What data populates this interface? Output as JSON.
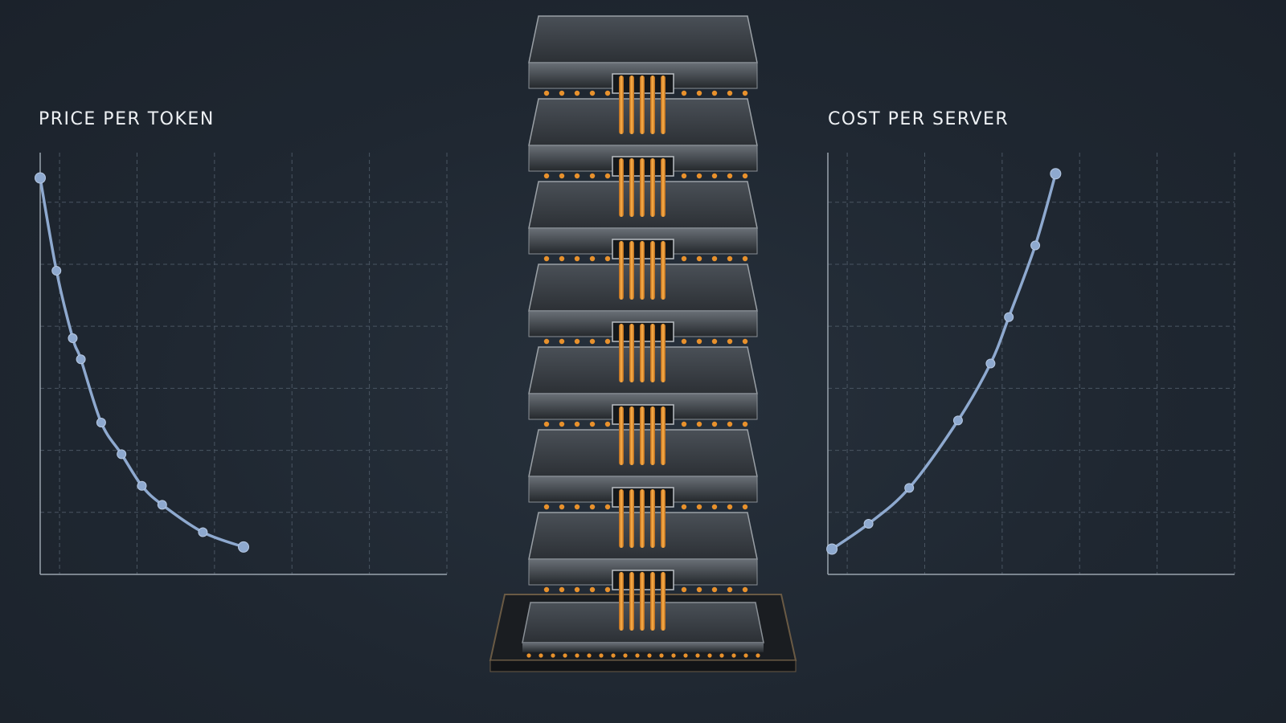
{
  "chart_data": [
    {
      "type": "line",
      "title": "PRICE PER TOKEN",
      "xlabel": "",
      "ylabel": "",
      "xlim": [
        0,
        10
      ],
      "ylim": [
        0,
        10
      ],
      "grid": true,
      "color": "#8ea9cf",
      "x": [
        0,
        0.4,
        0.8,
        1.0,
        1.5,
        2.0,
        2.5,
        3.0,
        4.0,
        5.0
      ],
      "y": [
        9.4,
        7.2,
        5.6,
        5.1,
        3.6,
        2.85,
        2.1,
        1.65,
        1.0,
        0.65
      ]
    },
    {
      "type": "line",
      "title": "COST PER SERVER",
      "xlabel": "",
      "ylabel": "",
      "xlim": [
        0,
        10
      ],
      "ylim": [
        0,
        10
      ],
      "grid": true,
      "color": "#8ea9cf",
      "x": [
        0.1,
        1.0,
        2.0,
        3.2,
        4.0,
        4.45,
        5.1,
        5.6
      ],
      "y": [
        0.6,
        1.2,
        2.05,
        3.65,
        5.0,
        6.1,
        7.8,
        9.5
      ]
    }
  ],
  "colors": {
    "background": "#1f2731",
    "series": "#8ea9cf",
    "grid": "#4a5562",
    "axis": "#9aa4ae",
    "copper": "#e8912c",
    "chip": "#3a3f45"
  },
  "icons": {
    "center": "stacked-chip-icon"
  }
}
